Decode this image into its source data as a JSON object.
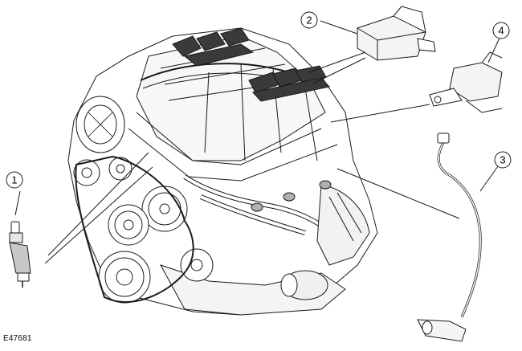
{
  "figure": {
    "reference_code": "E47681",
    "callouts": [
      {
        "label": "1",
        "part": "spark-plug"
      },
      {
        "label": "2",
        "part": "ignition-coil"
      },
      {
        "label": "3",
        "part": "sensor-lead"
      },
      {
        "label": "4",
        "part": "connector-bracket"
      }
    ],
    "colors": {
      "line": "#1a1a1a",
      "dark_part": "#3a3a3a",
      "highlight": "#b0b0b0",
      "background": "#ffffff"
    }
  }
}
